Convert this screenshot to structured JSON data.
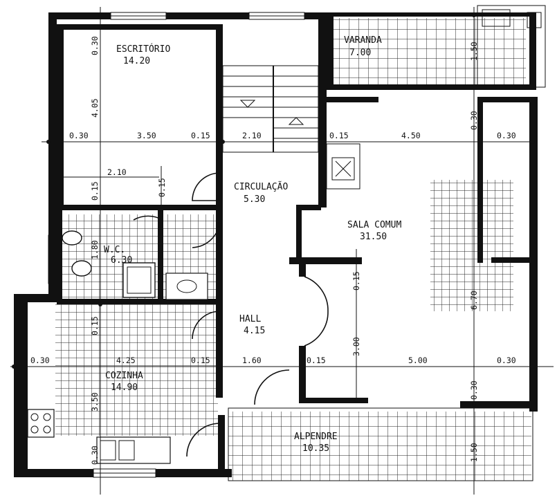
{
  "rooms": {
    "escritorio": {
      "name": "ESCRITÓRIO",
      "area": "14.20"
    },
    "varanda": {
      "name": "VARANDA",
      "area": "7.00"
    },
    "circulacao": {
      "name": "CIRCULAÇÃO",
      "area": "5.30"
    },
    "sala": {
      "name": "SALA COMUM",
      "area": "31.50"
    },
    "wc": {
      "name": "W.C.",
      "area": "6.30"
    },
    "hall": {
      "name": "HALL",
      "area": "4.15"
    },
    "cozinha": {
      "name": "COZINHA",
      "area": "14.90"
    },
    "alpendre": {
      "name": "ALPENDRE",
      "area": "10.35"
    }
  },
  "dimensions": {
    "esc_top": "0.30",
    "esc_height": "4.05",
    "esc_left": "0.30",
    "esc_width": "3.50",
    "esc_right": "0.15",
    "stair_width": "2.10",
    "esc_inner": "2.10",
    "esc_v1": "0.15",
    "esc_v2": "0.15",
    "wc_height": "1.80",
    "varanda_depth": "1.50",
    "sala_top": "0.30",
    "sala_left": "0.15",
    "sala_width": "4.50",
    "sala_right": "0.30",
    "sala_height": "6.70",
    "hall_small": "0.15",
    "hall_height": "3.00",
    "coz_top": "0.15",
    "coz_left": "0.30",
    "coz_width": "4.25",
    "coz_right": "0.15",
    "hall_width": "1.60",
    "sala_left2": "0.15",
    "sala_width2": "5.00",
    "sala_right2": "0.30",
    "coz_height": "3.50",
    "coz_bottom": "0.30",
    "sala_bottom": "0.30",
    "alpendre_depth": "1.50"
  }
}
